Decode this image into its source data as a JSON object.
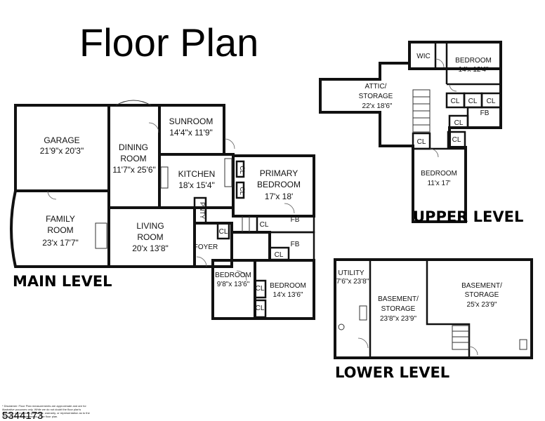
{
  "title": "Floor Plan",
  "levels": {
    "main": "MAIN LEVEL",
    "upper": "UPPER LEVEL",
    "lower": "LOWER LEVEL"
  },
  "rooms": {
    "garage": {
      "name": "GARAGE",
      "dims": "21'9\"x 20'3\""
    },
    "dining": {
      "name1": "DINING",
      "name2": "ROOM",
      "dims": "11'7\"x 25'6\""
    },
    "sunroom": {
      "name": "SUNROOM",
      "dims": "14'4\"x 11'9\""
    },
    "kitchen": {
      "name": "KITCHEN",
      "dims": "18'x 15'4\""
    },
    "primary": {
      "name1": "PRIMARY",
      "name2": "BEDROOM",
      "dims": "17'x 18'"
    },
    "family": {
      "name1": "FAMILY",
      "name2": "ROOM",
      "dims": "23'x 17'7\""
    },
    "living": {
      "name1": "LIVING",
      "name2": "ROOM",
      "dims": "20'x 13'8\""
    },
    "foyer": {
      "name": "FOYER"
    },
    "pnty": {
      "name": "PNTY"
    },
    "bedroom_a": {
      "name": "BEDROOM",
      "dims": "9'8\"x 13'6\""
    },
    "bedroom_b": {
      "name": "BEDROOM",
      "dims": "14'x 13'6\""
    },
    "wic": {
      "name": "WIC"
    },
    "upper_bed_1": {
      "name": "BEDROOM",
      "dims": "14'x 12'4\""
    },
    "attic": {
      "name1": "ATTIC/",
      "name2": "STORAGE",
      "dims": "22'x 18'6\""
    },
    "upper_bed_2": {
      "name": "BEDROOM",
      "dims": "11'x 17'"
    },
    "utility": {
      "name": "UTILITY",
      "dims": "7'6\"x 23'8\""
    },
    "basement_1": {
      "name1": "BASEMENT/",
      "name2": "STORAGE",
      "dims": "23'8\"x 23'9\""
    },
    "basement_2": {
      "name1": "BASEMENT/",
      "name2": "STORAGE",
      "dims": "25'x 23'9\""
    }
  },
  "labels": {
    "cl": "CL",
    "fb": "FB"
  },
  "mls_number": "5344173",
  "disclaimer": [
    "* Disclaimer: Floor Plan measurements are approximate and are for",
    "illustrative purposes only. While we do not doubt the floor plan's",
    "accuracy, we make no guarantee, warranty, or representation as to the",
    "accuracy and completeness of the floor plan."
  ]
}
